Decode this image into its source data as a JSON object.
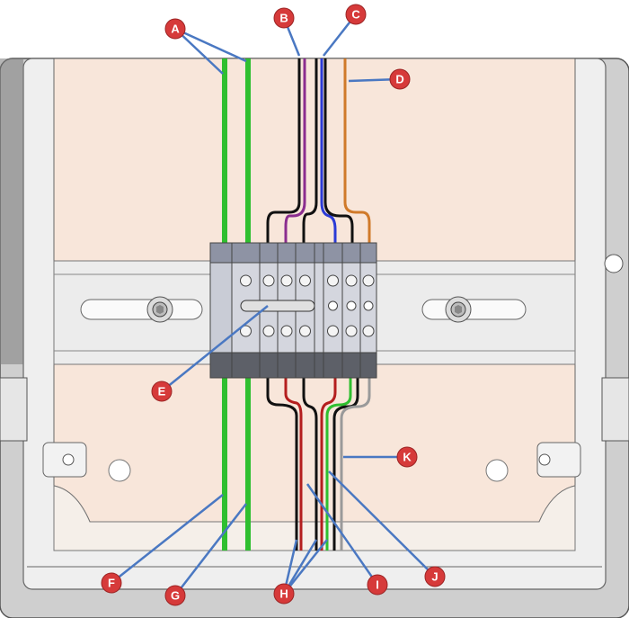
{
  "colors": {
    "background_panel": "#f8e6da",
    "enclosure_frame": "#d9d9d9",
    "din_rail": "#e9e9e9",
    "terminal_block_body": "#d4d6de",
    "terminal_block_top": "#8e93a4",
    "terminal_block_bottom": "#5d6068",
    "callout_marker": "#d63a3a",
    "leader_line": "#4a78c2",
    "wire_green": "#2fbf2f",
    "wire_black": "#111111",
    "wire_purple": "#8b2d8f",
    "wire_blue": "#2b3bd6",
    "wire_orange": "#d07a2a",
    "wire_red": "#b41e1e",
    "wire_grey": "#9a9a9a"
  },
  "callouts": [
    {
      "id": "A",
      "label": "A"
    },
    {
      "id": "B",
      "label": "B"
    },
    {
      "id": "C",
      "label": "C"
    },
    {
      "id": "D",
      "label": "D"
    },
    {
      "id": "E",
      "label": "E"
    },
    {
      "id": "F",
      "label": "F"
    },
    {
      "id": "G",
      "label": "G"
    },
    {
      "id": "H",
      "label": "H"
    },
    {
      "id": "I",
      "label": "I"
    },
    {
      "id": "J",
      "label": "J"
    },
    {
      "id": "K",
      "label": "K"
    }
  ],
  "icons": {
    "callout": "red-circle-badge",
    "screw": "hex-socket-screw",
    "mount_tab": "mounting-tab-with-hole"
  }
}
